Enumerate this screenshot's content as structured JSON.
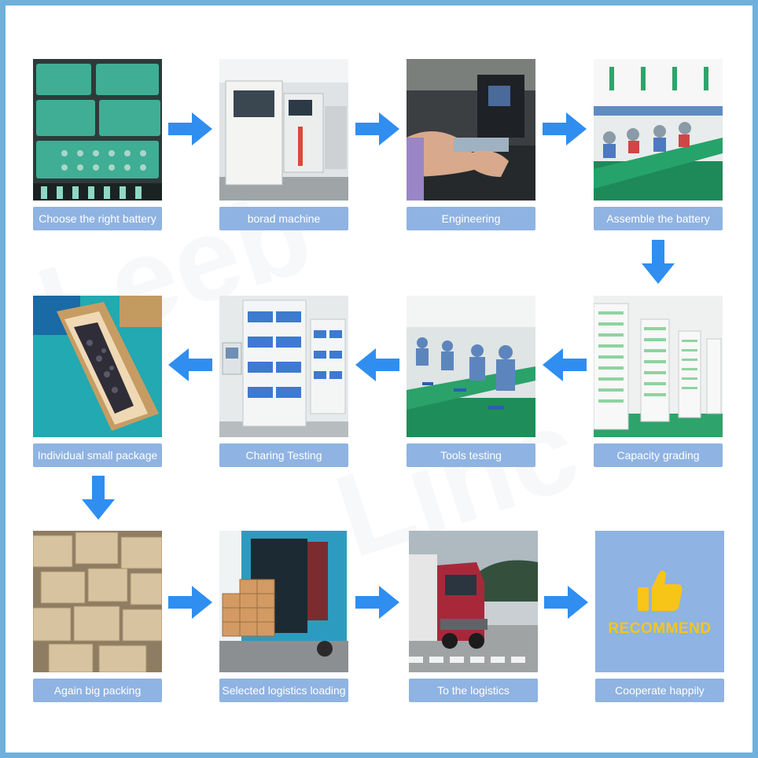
{
  "colors": {
    "border": "#6fb0dc",
    "caption_bg": "#8fb3e2",
    "arrow": "#2f8ef0",
    "recommend_text": "#f6c518"
  },
  "steps": [
    {
      "id": "choose-battery",
      "label": "Choose the right battery",
      "photo": "battery-cells-photo"
    },
    {
      "id": "board-machine",
      "label": "borad machine",
      "photo": "board-machine-photo"
    },
    {
      "id": "engineering",
      "label": "Engineering",
      "photo": "engineering-photo"
    },
    {
      "id": "assemble-battery",
      "label": "Assemble the battery",
      "photo": "assembly-line-photo"
    },
    {
      "id": "capacity-grading",
      "label": "Capacity grading",
      "photo": "capacity-grading-racks-photo"
    },
    {
      "id": "tools-testing",
      "label": "Tools testing",
      "photo": "tools-testing-workshop-photo"
    },
    {
      "id": "charing-testing",
      "label": "Charing Testing",
      "photo": "charging-test-racks-photo"
    },
    {
      "id": "individual-package",
      "label": "Individual small package",
      "photo": "small-package-box-photo"
    },
    {
      "id": "big-packing",
      "label": "Again big packing",
      "photo": "cartons-stack-photo"
    },
    {
      "id": "logistics-loading",
      "label": "Selected logistics loading",
      "photo": "truck-loading-photo"
    },
    {
      "id": "to-logistics",
      "label": "To the logistics",
      "photo": "logistics-truck-photo"
    },
    {
      "id": "cooperate",
      "label": "Cooperate happily",
      "photo": "recommend-badge",
      "badge_text": "RECOMMEND",
      "badge_icon": "thumbs-up-icon"
    }
  ],
  "arrows": [
    {
      "from": "choose-battery",
      "to": "board-machine",
      "direction": "right"
    },
    {
      "from": "board-machine",
      "to": "engineering",
      "direction": "right"
    },
    {
      "from": "engineering",
      "to": "assemble-battery",
      "direction": "right"
    },
    {
      "from": "assemble-battery",
      "to": "capacity-grading",
      "direction": "down"
    },
    {
      "from": "capacity-grading",
      "to": "tools-testing",
      "direction": "left"
    },
    {
      "from": "tools-testing",
      "to": "charing-testing",
      "direction": "left"
    },
    {
      "from": "charing-testing",
      "to": "individual-package",
      "direction": "left"
    },
    {
      "from": "individual-package",
      "to": "big-packing",
      "direction": "down"
    },
    {
      "from": "big-packing",
      "to": "logistics-loading",
      "direction": "right"
    },
    {
      "from": "logistics-loading",
      "to": "to-logistics",
      "direction": "right"
    },
    {
      "from": "to-logistics",
      "to": "cooperate",
      "direction": "right"
    }
  ]
}
